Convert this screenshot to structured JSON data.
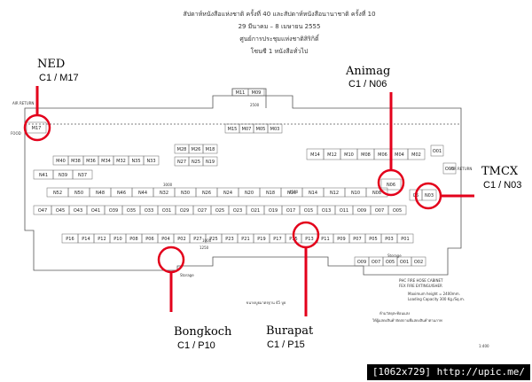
{
  "header": {
    "line1": "สัปดาห์หนังสือแห่งชาติ ครั้งที่ 40 และสัปดาห์หนังสือนานาชาติ ครั้งที่ 10",
    "line2": "29 มีนาคม – 8 เมษายน 2555",
    "line3": "ศูนย์การประชุมแห่งชาติสิริกิติ์",
    "line4": "โซนซี 1 หนังสือทั่วไป"
  },
  "callouts": [
    {
      "name": "NED",
      "code": "C1 / M17",
      "booth": "M17"
    },
    {
      "name": "Animag",
      "code": "C1 / N06",
      "booth": "N06"
    },
    {
      "name": "TMCX",
      "code": "C1 / N03",
      "booth": "N03"
    },
    {
      "name": "Bongkoch",
      "code": "C1 / P10",
      "booth": "P10"
    },
    {
      "name": "Burapat",
      "code": "C1 / P15",
      "booth": "P15"
    }
  ],
  "highlight_color": "#e3001b",
  "booths": {
    "m_top": [
      "M11",
      "M09"
    ],
    "m_row2": [
      "M15",
      "M07",
      "M05",
      "M03"
    ],
    "m_row3": [
      "M28",
      "M26",
      "M18"
    ],
    "m_row4": [
      "N27",
      "N25",
      "N19"
    ],
    "m_left": [
      "M40",
      "M38",
      "M36",
      "M34",
      "M32",
      "N35",
      "N33"
    ],
    "n_row1": [
      "N41",
      "N39",
      "N37"
    ],
    "n_row2": [
      "N52",
      "N50",
      "N48",
      "N46",
      "N44",
      "N32",
      "N30",
      "N26",
      "N24",
      "N20",
      "N18",
      "N16",
      "N14",
      "N12",
      "N10",
      "N08"
    ],
    "o_row": [
      "O47",
      "O45",
      "O43",
      "O41",
      "O39",
      "O35",
      "O33",
      "O31",
      "O29",
      "O27",
      "O25",
      "O23",
      "O21",
      "O19",
      "O17",
      "O15",
      "O13",
      "O11",
      "O09",
      "O07",
      "O05"
    ],
    "m_right": [
      "M14",
      "M12",
      "M10",
      "M08",
      "M06",
      "M04",
      "M02"
    ],
    "right_col": [
      "O01",
      "O03"
    ],
    "p_row": [
      "P16",
      "P14",
      "P12",
      "P10",
      "P08",
      "P06",
      "P04",
      "P02",
      "P27",
      "P25",
      "P23",
      "P21",
      "P19",
      "P17",
      "P15",
      "P13",
      "P11",
      "P09",
      "P07",
      "P05",
      "P03",
      "P01"
    ],
    "bottom": [
      "O09",
      "O07",
      "O05",
      "O01",
      "O02"
    ],
    "m_corner": [
      "M17"
    ],
    "n_right": [
      "N06",
      "N03",
      "C5"
    ]
  },
  "labels": {
    "dim_2500": "2500",
    "dim_1000": "1000",
    "dim_1250": "1250",
    "dim_3000": "3000",
    "dim_4500": "4500",
    "storage": "Storage",
    "storage2": "Storage",
    "air_return_l": "AIR RETURN",
    "air_return_r": "AIR RETURN",
    "food": "FOOD",
    "note1": "PHC FIRE HOSE CABINET",
    "note2": "FEX FIRE EXTINGUISHER",
    "note3": "Maximum height = 2400mm.",
    "note4": "Loading Capacity 300 Kg./Sq.m.",
    "legend1": "ห้ามวัสดุสะท้อนแสง",
    "legend2": "ให้ผู้แสดงสินค้าจัดสถานที่แสดงสินค้าตามภาพ",
    "dims_bottom": "ขนาดบูธมาตรฐาน 45 บูธ",
    "scale": "1:400"
  },
  "watermark": "[1062x729]  http://upic.me/"
}
